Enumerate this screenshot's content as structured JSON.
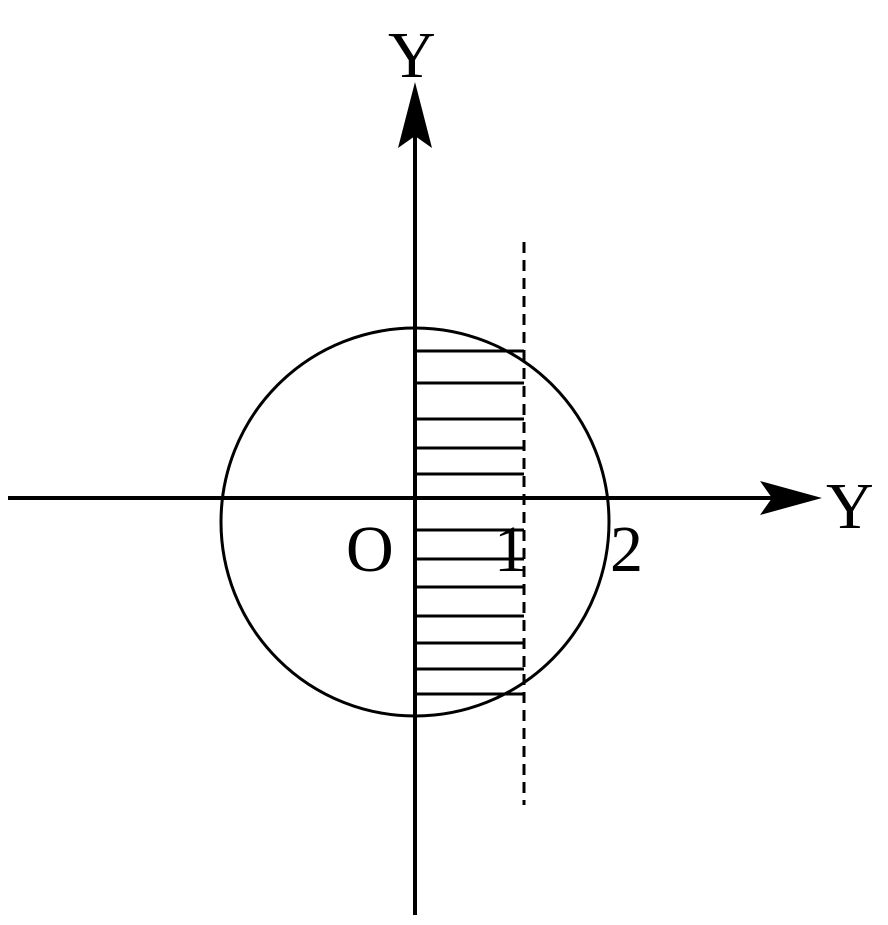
{
  "labels": {
    "y_axis": "Y",
    "x_axis": "Y",
    "origin": "O",
    "tick_1": "1",
    "tick_2": "2"
  },
  "colors": {
    "stroke": "#000000",
    "background": "#ffffff"
  }
}
